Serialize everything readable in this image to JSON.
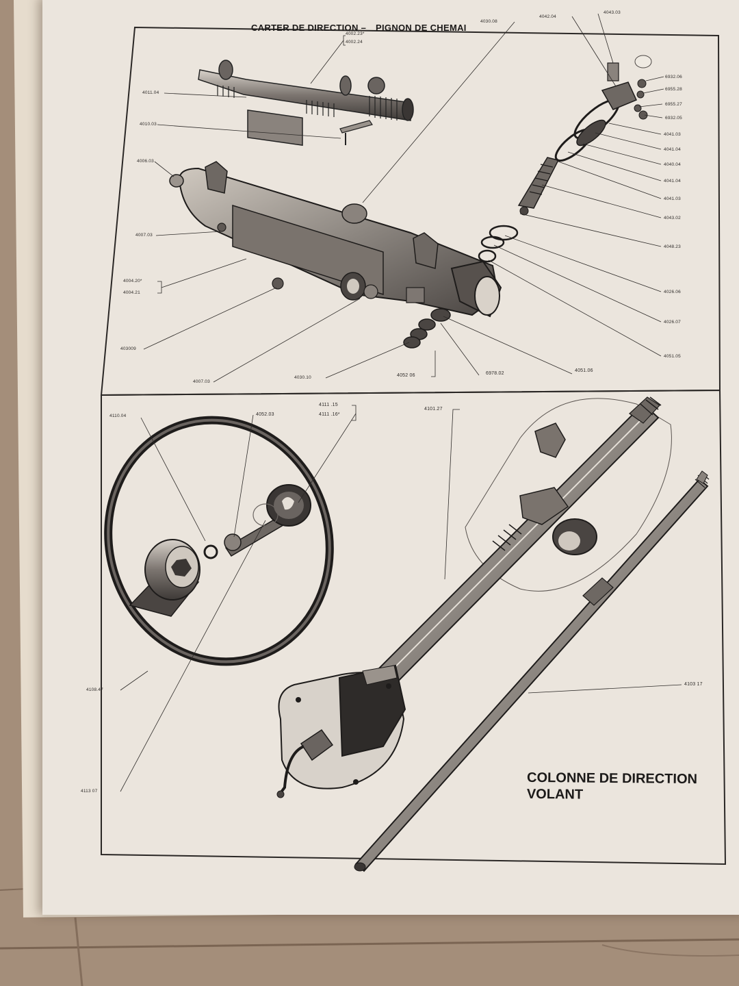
{
  "page": {
    "title_top": "CARTER DE DIRECTION",
    "title_top_sep": "–",
    "title_top_part2": "PIGNON DE CHEMAI",
    "title_bottom_line1": "COLONNE DE DIRECTION",
    "title_bottom_line2": "VOLANT"
  },
  "upper_callouts": [
    "4002.23*",
    "4002.24",
    "4030.08",
    "4042.04",
    "4043.03",
    "6932.06",
    "6955.28",
    "6955.27",
    "6932.05",
    "4041.03",
    "4041.04",
    "4040.04",
    "4041.04",
    "4041.03",
    "4043.02",
    "4048.23",
    "4026.06",
    "4026.07",
    "4051.05",
    "4011.04",
    "4010.03",
    "4006.03",
    "4007.03",
    "4004.20*",
    "4004.21",
    "403009",
    "4007.03",
    "4030.10",
    "4052 06",
    "6978.02",
    "4051.06"
  ],
  "lower_callouts": [
    "4110.04",
    "4052.03",
    "4111 .15",
    "4111 .16*",
    "4101.27",
    "4108.47",
    "4113 07",
    "4103 17"
  ],
  "colors": {
    "paper": "#ebe5dd",
    "ink": "#1c1a19",
    "shade": "#5a5450",
    "wood": "#a08b78"
  }
}
